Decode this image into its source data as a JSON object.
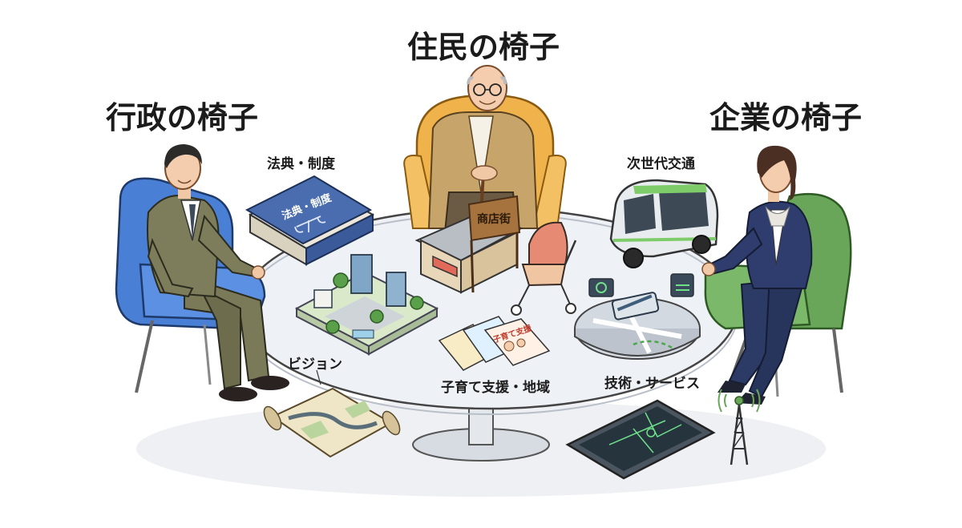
{
  "titles": {
    "residents_chair": "住民の椅子",
    "government_chair": "行政の椅子",
    "business_chair": "企業の椅子"
  },
  "labels": {
    "law_system": "法典・制度",
    "next_gen_transport": "次世代交通",
    "vision": "ビジョン",
    "childcare_community": "子育て支援・地域",
    "tech_services": "技術・サービス"
  },
  "props": {
    "law_book_cover": "法典・制度",
    "shopping_street_sign": "商店街",
    "childcare_flyer": "子育て支援"
  },
  "colors": {
    "government_chair": "#4a7fd6",
    "residents_chair": "#f0b24a",
    "business_chair": "#6aa65a",
    "table_top": "#eef1f6"
  }
}
